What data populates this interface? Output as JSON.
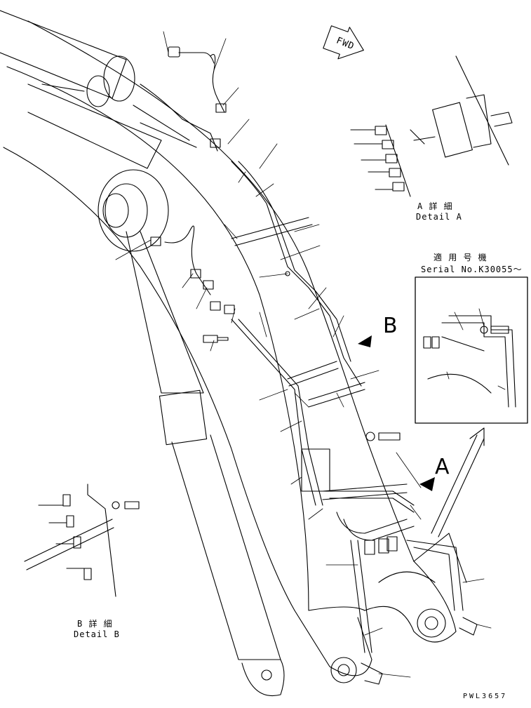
{
  "labels": {
    "fwd": "FWD",
    "detail_a_jp": "A 詳 細",
    "detail_a_en": "Detail A",
    "serial_jp": "適 用 号 機",
    "serial_en": "Serial No.K30055～",
    "marker_b": "B",
    "marker_a": "A",
    "detail_b_jp": "B 詳 細",
    "detail_b_en": "Detail B",
    "drawing_code": "PWL3657"
  },
  "colors": {
    "line": "#000000",
    "background": "#ffffff"
  }
}
